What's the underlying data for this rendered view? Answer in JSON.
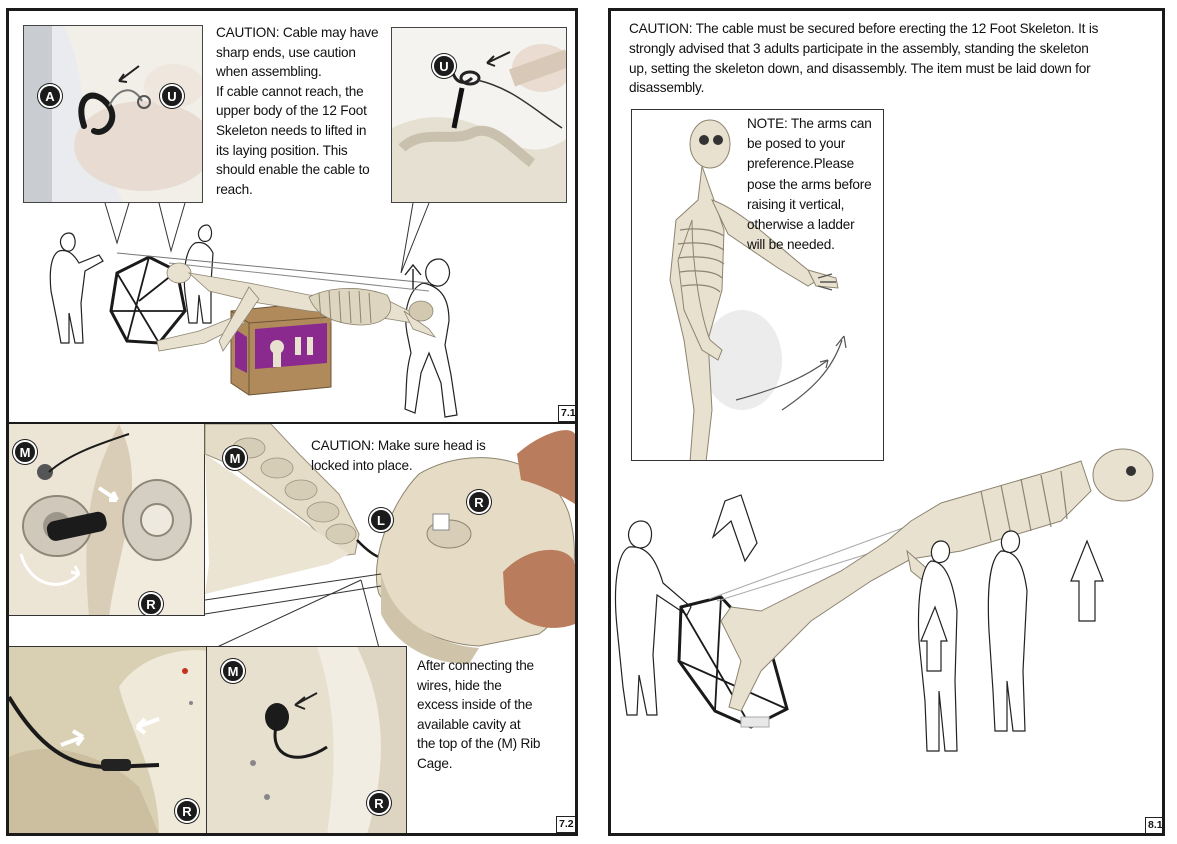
{
  "left_page": {
    "step_7_1": {
      "number": "7.1",
      "caution_lines": [
        "CAUTION: Cable may have",
        "sharp ends, use caution",
        "when assembling.",
        "If cable cannot reach, the",
        "upper body of the 12 Foot",
        "Skeleton needs to lifted in",
        "its laying position. This",
        "should enable the cable to",
        "reach."
      ],
      "badges": {
        "a": "A",
        "u1": "U",
        "u2": "U"
      }
    },
    "step_7_2": {
      "number": "7.2",
      "caution_lines": [
        "CAUTION: Make sure head is",
        "locked into place."
      ],
      "note_lines": [
        "After connecting the",
        "wires, hide the",
        "excess inside of the",
        "available cavity at",
        "the top of the (M) Rib",
        "Cage."
      ],
      "badges": {
        "m1": "M",
        "r1": "R",
        "m2": "M",
        "l": "L",
        "r2": "R",
        "m3": "M",
        "r3": "R",
        "r4": "R"
      }
    }
  },
  "right_page": {
    "step_8_1": {
      "number": "8.1",
      "caution_lines": [
        "CAUTION: The cable must be secured before erecting the 12 Foot Skeleton. It is",
        "strongly advised that 3 adults participate in the assembly, standing the skeleton",
        "up, setting the skeleton down, and disassembly. The item must be laid down for",
        "disassembly."
      ],
      "note_lines": [
        "NOTE: The arms can",
        "be posed to your",
        "preference.Please",
        "pose the arms before",
        "raising it vertical,",
        "otherwise a ladder",
        "will be needed."
      ]
    }
  },
  "colors": {
    "frame": "#1a1a1a",
    "bone": "#e8e1cf",
    "bone_shadow": "#b9b09a",
    "badge": "#1b1b1b",
    "box_purple": "#8a2a8f",
    "box_brown": "#b08a5a"
  }
}
